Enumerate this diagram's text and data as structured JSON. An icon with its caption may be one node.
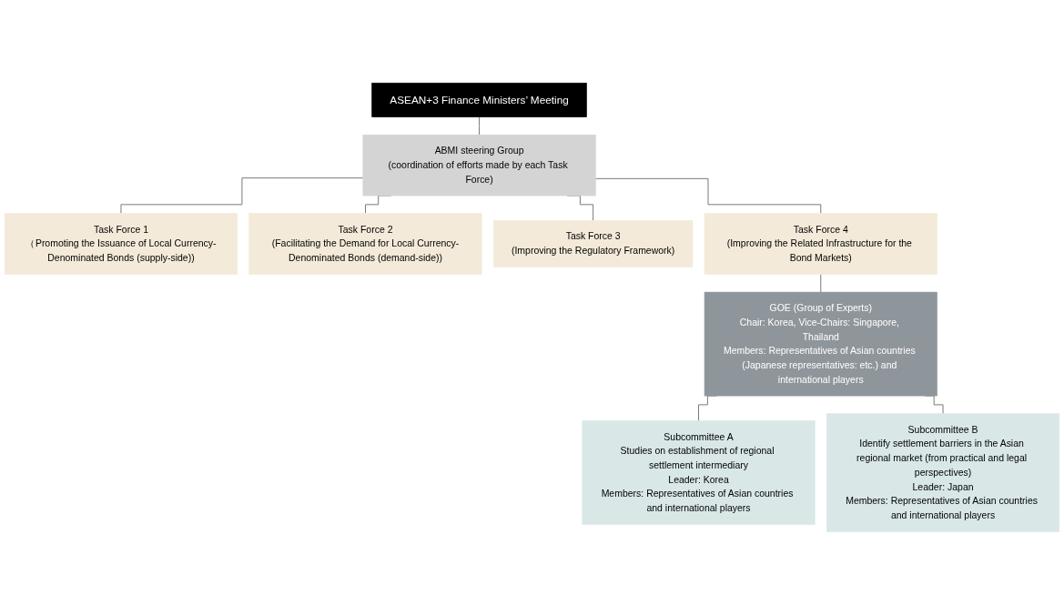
{
  "diagram": {
    "nodes": [
      {
        "text": [
          "ASEAN+3 Finance Ministers’ Meeting"
        ]
      },
      {
        "text": [
          "ABMI steering Group",
          "(coordination of efforts made by each Task Force)"
        ]
      },
      {
        "text": [
          "Task Force 1",
          "（Promoting the Issuance of Local Currency-Denominated Bonds (supply-side))"
        ]
      },
      {
        "text": [
          "Task Force 2",
          "(Facilitating the Demand for Local Currency-Denominated Bonds (demand-side))"
        ]
      },
      {
        "text": [
          "Task Force 3",
          "(Improving the Regulatory Framework)"
        ]
      },
      {
        "text": [
          "Task Force 4",
          "(Improving the Related Infrastructure for the Bond Markets)"
        ]
      },
      {
        "text": [
          "GOE (Group of Experts)",
          "Chair: Korea, Vice-Chairs: Singapore, Thailand",
          "Members: Representatives of Asian countries (Japanese representatives: etc.) and international players"
        ]
      },
      {
        "text": [
          "Subcommittee A",
          "Studies on establishment of regional settlement intermediary",
          "Leader: Korea",
          "Members: Representatives of Asian countries and international players"
        ]
      },
      {
        "text": [
          "Subcommittee B",
          "Identify settlement barriers in the Asian regional market (from practical and legal perspectives)",
          "Leader: Japan",
          "Members: Representatives of Asian countries and international players"
        ]
      }
    ],
    "edges": [
      {
        "from": 0,
        "to": 1,
        "arrow": "none"
      },
      {
        "from": 1,
        "to": 2,
        "arrow": "none"
      },
      {
        "from": 1,
        "to": 3,
        "arrow": "none"
      },
      {
        "from": 1,
        "to": 4,
        "arrow": "none"
      },
      {
        "from": 1,
        "to": 5,
        "arrow": "none"
      },
      {
        "from": 5,
        "to": 6,
        "arrow": "none"
      },
      {
        "from": 6,
        "to": 7,
        "arrow": "none"
      },
      {
        "from": 6,
        "to": 8,
        "arrow": "none"
      }
    ]
  }
}
